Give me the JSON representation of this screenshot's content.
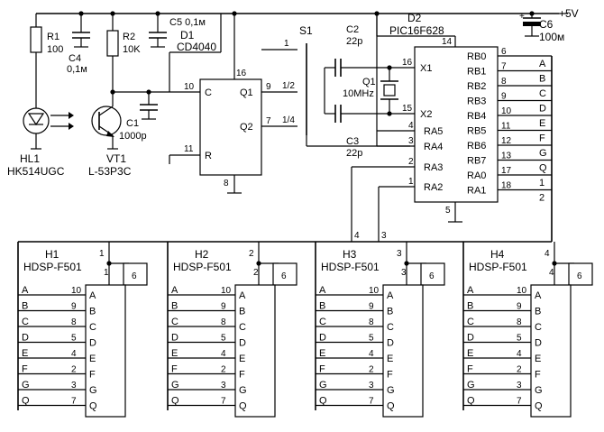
{
  "supply": {
    "label": "+5V"
  },
  "components": {
    "R1": {
      "ref": "R1",
      "value": "100"
    },
    "C4": {
      "ref": "C4",
      "value": "0,1м"
    },
    "R2": {
      "ref": "R2",
      "value": "10K"
    },
    "C5": {
      "ref": "C5",
      "value": "0,1м"
    },
    "D1": {
      "ref": "D1",
      "value": "CD4040"
    },
    "C1": {
      "ref": "C1",
      "value": "1000p"
    },
    "HL1": {
      "ref": "HL1",
      "value": "HK514UGC"
    },
    "VT1": {
      "ref": "VT1",
      "value": "L-53P3C"
    },
    "S1": {
      "ref": "S1"
    },
    "C2": {
      "ref": "C2",
      "value": "22p"
    },
    "C3": {
      "ref": "C3",
      "value": "22p"
    },
    "Q1": {
      "ref": "Q1",
      "value": "10MHz"
    },
    "D2": {
      "ref": "D2",
      "value": "PIC16F628"
    },
    "C6": {
      "ref": "C6",
      "value": "100м"
    }
  },
  "d1_pins": {
    "c_name": "C",
    "c_num": "10",
    "r_name": "R",
    "r_num": "11",
    "q1_name": "Q1",
    "q1_num": "9",
    "q2_name": "Q2",
    "q2_num": "7",
    "vdd_num": "16",
    "gnd_num": "8"
  },
  "switch_taps": {
    "top_num": "1",
    "half": "1/2",
    "quarter": "1/4"
  },
  "d2_pins": {
    "x1": "X1",
    "x1_num": "16",
    "x2": "X2",
    "x2_num": "15",
    "vdd_num": "14",
    "gnd_num": "5",
    "ra_left": [
      {
        "name": "RA5",
        "num": "4"
      },
      {
        "name": "RA4",
        "num": "3"
      },
      {
        "name": "RA3",
        "num": "2"
      },
      {
        "name": "RA2",
        "num": "1"
      }
    ],
    "right": [
      {
        "name": "RB0",
        "num": "6",
        "bus": "A"
      },
      {
        "name": "RB1",
        "num": "7",
        "bus": "B"
      },
      {
        "name": "RB2",
        "num": "8",
        "bus": "C"
      },
      {
        "name": "RB3",
        "num": "9",
        "bus": "D"
      },
      {
        "name": "RB4",
        "num": "10",
        "bus": "E"
      },
      {
        "name": "RB5",
        "num": "11",
        "bus": "F"
      },
      {
        "name": "RB6",
        "num": "12",
        "bus": "G"
      },
      {
        "name": "RB7",
        "num": "13",
        "bus": "Q"
      },
      {
        "name": "RA0",
        "num": "17",
        "bus": "1"
      },
      {
        "name": "RA1",
        "num": "18",
        "bus": "2"
      }
    ]
  },
  "bus_numbers": [
    "4",
    "3"
  ],
  "displays": [
    {
      "ref": "H1",
      "type": "HDSP-F501",
      "digit": "1",
      "common": "6"
    },
    {
      "ref": "H2",
      "type": "HDSP-F501",
      "digit": "2",
      "common": "6"
    },
    {
      "ref": "H3",
      "type": "HDSP-F501",
      "digit": "3",
      "common": "6"
    },
    {
      "ref": "H4",
      "type": "HDSP-F501",
      "digit": "4",
      "common": "6"
    }
  ],
  "segments": [
    {
      "seg": "A",
      "pin": "10"
    },
    {
      "seg": "B",
      "pin": "9"
    },
    {
      "seg": "C",
      "pin": "8"
    },
    {
      "seg": "D",
      "pin": "5"
    },
    {
      "seg": "E",
      "pin": "4"
    },
    {
      "seg": "F",
      "pin": "2"
    },
    {
      "seg": "G",
      "pin": "3"
    },
    {
      "seg": "Q",
      "pin": "7"
    }
  ]
}
